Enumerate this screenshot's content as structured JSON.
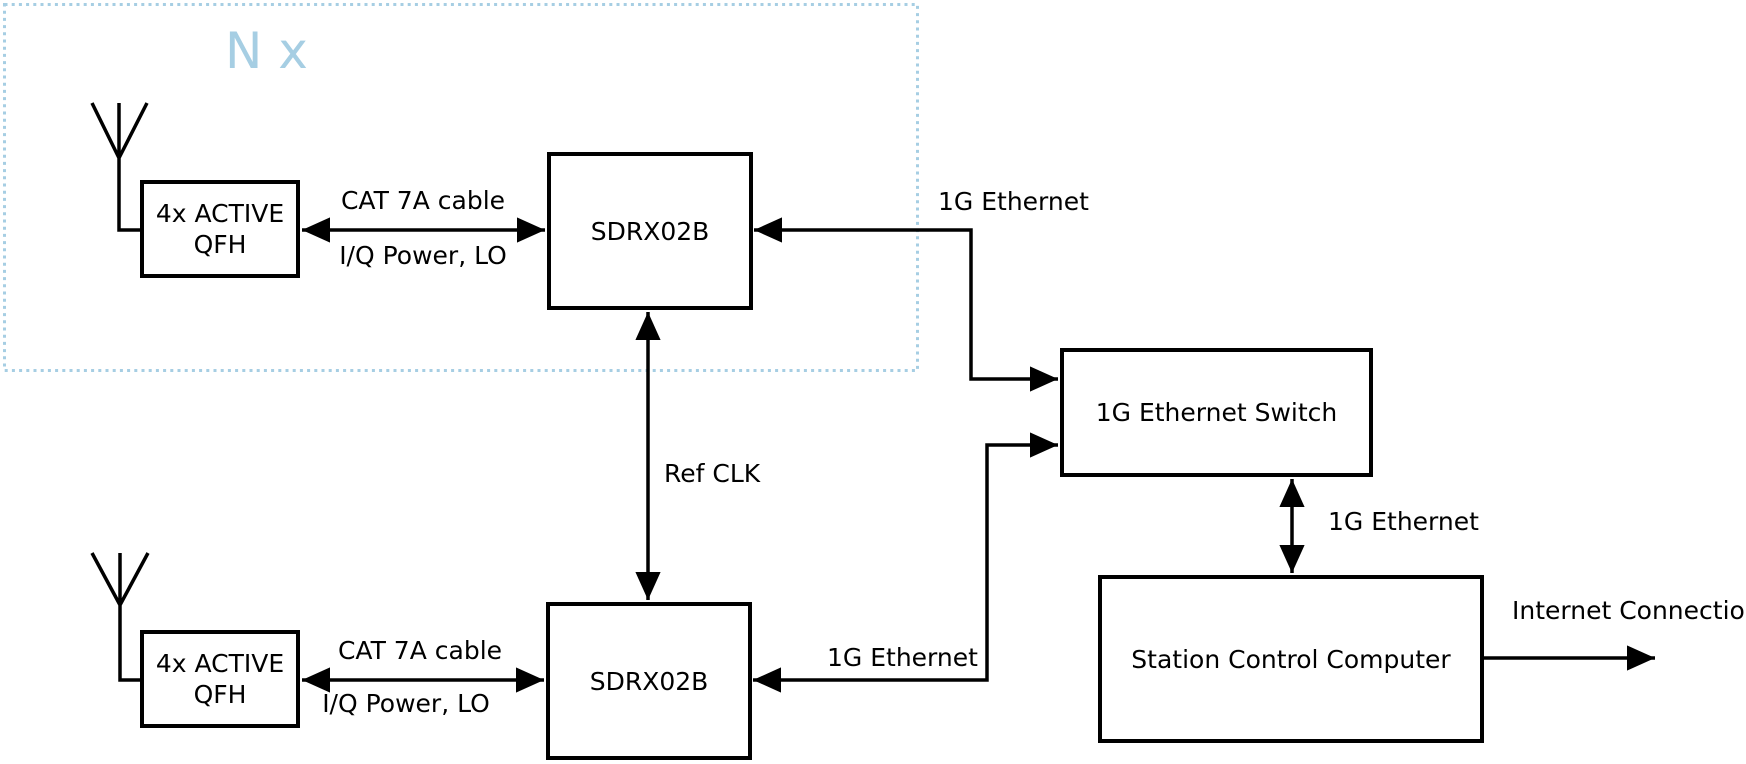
{
  "diagram": {
    "title_group": "N x",
    "colors": {
      "accent": "#a6cee3",
      "line": "#000000",
      "background": "#ffffff"
    },
    "nodes": {
      "qfh_top": {
        "label_line1": "4x ACTIVE",
        "label_line2": "QFH"
      },
      "sdrx_top": {
        "label": "SDRX02B"
      },
      "qfh_bottom": {
        "label_line1": "4x ACTIVE",
        "label_line2": "QFH"
      },
      "sdrx_bottom": {
        "label": "SDRX02B"
      },
      "ethernet_switch": {
        "label": "1G Ethernet Switch"
      },
      "station_computer": {
        "label": "Station Control Computer"
      }
    },
    "edges": {
      "cat7a_top": {
        "label_top": "CAT 7A cable",
        "label_bottom": "I/Q Power, LO"
      },
      "cat7a_bottom": {
        "label_top": "CAT 7A cable",
        "label_bottom": "I/Q Power, LO"
      },
      "ref_clk": {
        "label": "Ref CLK"
      },
      "eth_sdrx_top": {
        "label": "1G Ethernet"
      },
      "eth_sdrx_bottom": {
        "label": "1G Ethernet"
      },
      "eth_switch_computer": {
        "label": "1G Ethernet"
      },
      "internet": {
        "label": "Internet Connection"
      }
    }
  }
}
